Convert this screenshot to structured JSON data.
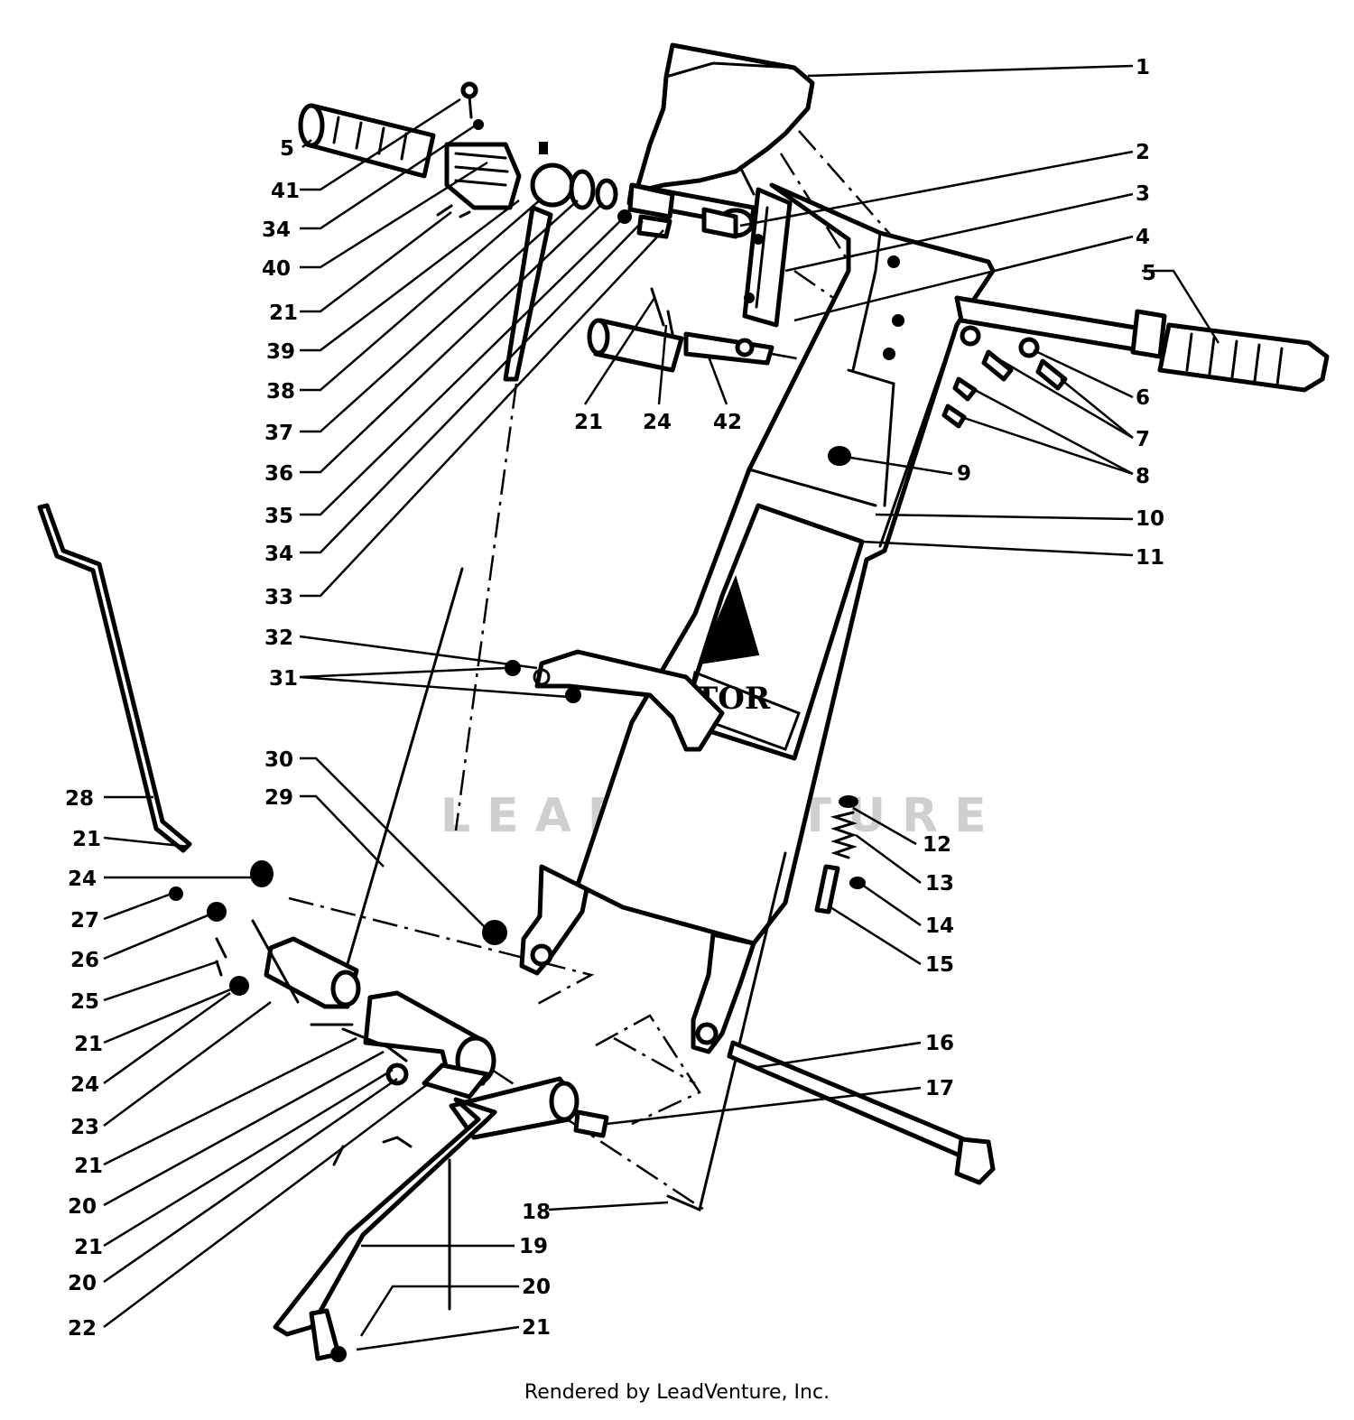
{
  "diagram": {
    "watermark": "LEADVENTURE",
    "decal_brand": "TOR",
    "footer": "Rendered by LeadVenture, Inc.",
    "callouts": [
      {
        "id": "c1",
        "label": "1"
      },
      {
        "id": "c2",
        "label": "2"
      },
      {
        "id": "c3",
        "label": "3"
      },
      {
        "id": "c4",
        "label": "4"
      },
      {
        "id": "c5r",
        "label": "5"
      },
      {
        "id": "c6",
        "label": "6"
      },
      {
        "id": "c7",
        "label": "7"
      },
      {
        "id": "c8",
        "label": "8"
      },
      {
        "id": "c9",
        "label": "9"
      },
      {
        "id": "c10",
        "label": "10"
      },
      {
        "id": "c11",
        "label": "11"
      },
      {
        "id": "c12",
        "label": "12"
      },
      {
        "id": "c13",
        "label": "13"
      },
      {
        "id": "c14",
        "label": "14"
      },
      {
        "id": "c15",
        "label": "15"
      },
      {
        "id": "c16",
        "label": "16"
      },
      {
        "id": "c17",
        "label": "17"
      },
      {
        "id": "c18",
        "label": "18"
      },
      {
        "id": "c19",
        "label": "19"
      },
      {
        "id": "c20r",
        "label": "20"
      },
      {
        "id": "c21r",
        "label": "21"
      },
      {
        "id": "c21c",
        "label": "21"
      },
      {
        "id": "c24c",
        "label": "24"
      },
      {
        "id": "c42",
        "label": "42"
      },
      {
        "id": "c5l",
        "label": "5"
      },
      {
        "id": "c41",
        "label": "41"
      },
      {
        "id": "c34a",
        "label": "34"
      },
      {
        "id": "c40",
        "label": "40"
      },
      {
        "id": "c21a",
        "label": "21"
      },
      {
        "id": "c39",
        "label": "39"
      },
      {
        "id": "c38",
        "label": "38"
      },
      {
        "id": "c37",
        "label": "37"
      },
      {
        "id": "c36",
        "label": "36"
      },
      {
        "id": "c35",
        "label": "35"
      },
      {
        "id": "c34b",
        "label": "34"
      },
      {
        "id": "c33",
        "label": "33"
      },
      {
        "id": "c32",
        "label": "32"
      },
      {
        "id": "c31",
        "label": "31"
      },
      {
        "id": "c30",
        "label": "30"
      },
      {
        "id": "c29",
        "label": "29"
      },
      {
        "id": "c28",
        "label": "28"
      },
      {
        "id": "c21b",
        "label": "21"
      },
      {
        "id": "c24b",
        "label": "24"
      },
      {
        "id": "c27",
        "label": "27"
      },
      {
        "id": "c26",
        "label": "26"
      },
      {
        "id": "c25",
        "label": "25"
      },
      {
        "id": "c21d",
        "label": "21"
      },
      {
        "id": "c24d",
        "label": "24"
      },
      {
        "id": "c23",
        "label": "23"
      },
      {
        "id": "c21e",
        "label": "21"
      },
      {
        "id": "c20a",
        "label": "20"
      },
      {
        "id": "c21f",
        "label": "21"
      },
      {
        "id": "c20b",
        "label": "20"
      },
      {
        "id": "c22",
        "label": "22"
      }
    ]
  }
}
